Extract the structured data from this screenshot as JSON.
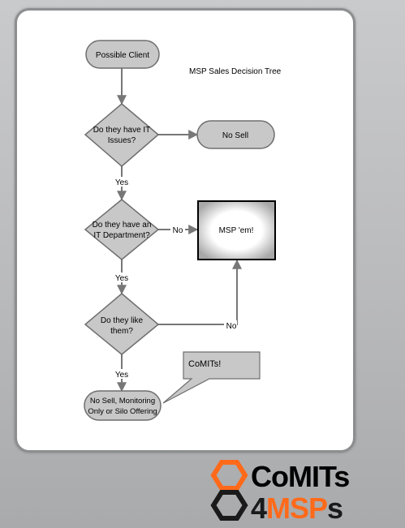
{
  "diagram": {
    "title": "MSP Sales Decision Tree",
    "nodes": {
      "start": "Possible Client",
      "q1_line1": "Do they have IT",
      "q1_line2": "Issues?",
      "no_sell": "No Sell",
      "q2_line1": "Do they have an",
      "q2_line2": "IT Department?",
      "msp": "MSP 'em!",
      "q3_line1": "Do they like",
      "q3_line2": "them?",
      "end_line1": "No Sell, Monitoring",
      "end_line2": "Only or Silo Offering",
      "callout": "CoMITs!"
    },
    "edges": {
      "yes1": "Yes",
      "no2": "No",
      "yes2": "Yes",
      "no3": "No",
      "yes3": "Yes"
    }
  },
  "logo": {
    "line1": "CoMITs",
    "line2_digit": "4",
    "line2_accent": "MSP",
    "line2_tail": "s",
    "colors": {
      "orange": "#ff6a1a",
      "dark": "#1a1a1a"
    }
  }
}
